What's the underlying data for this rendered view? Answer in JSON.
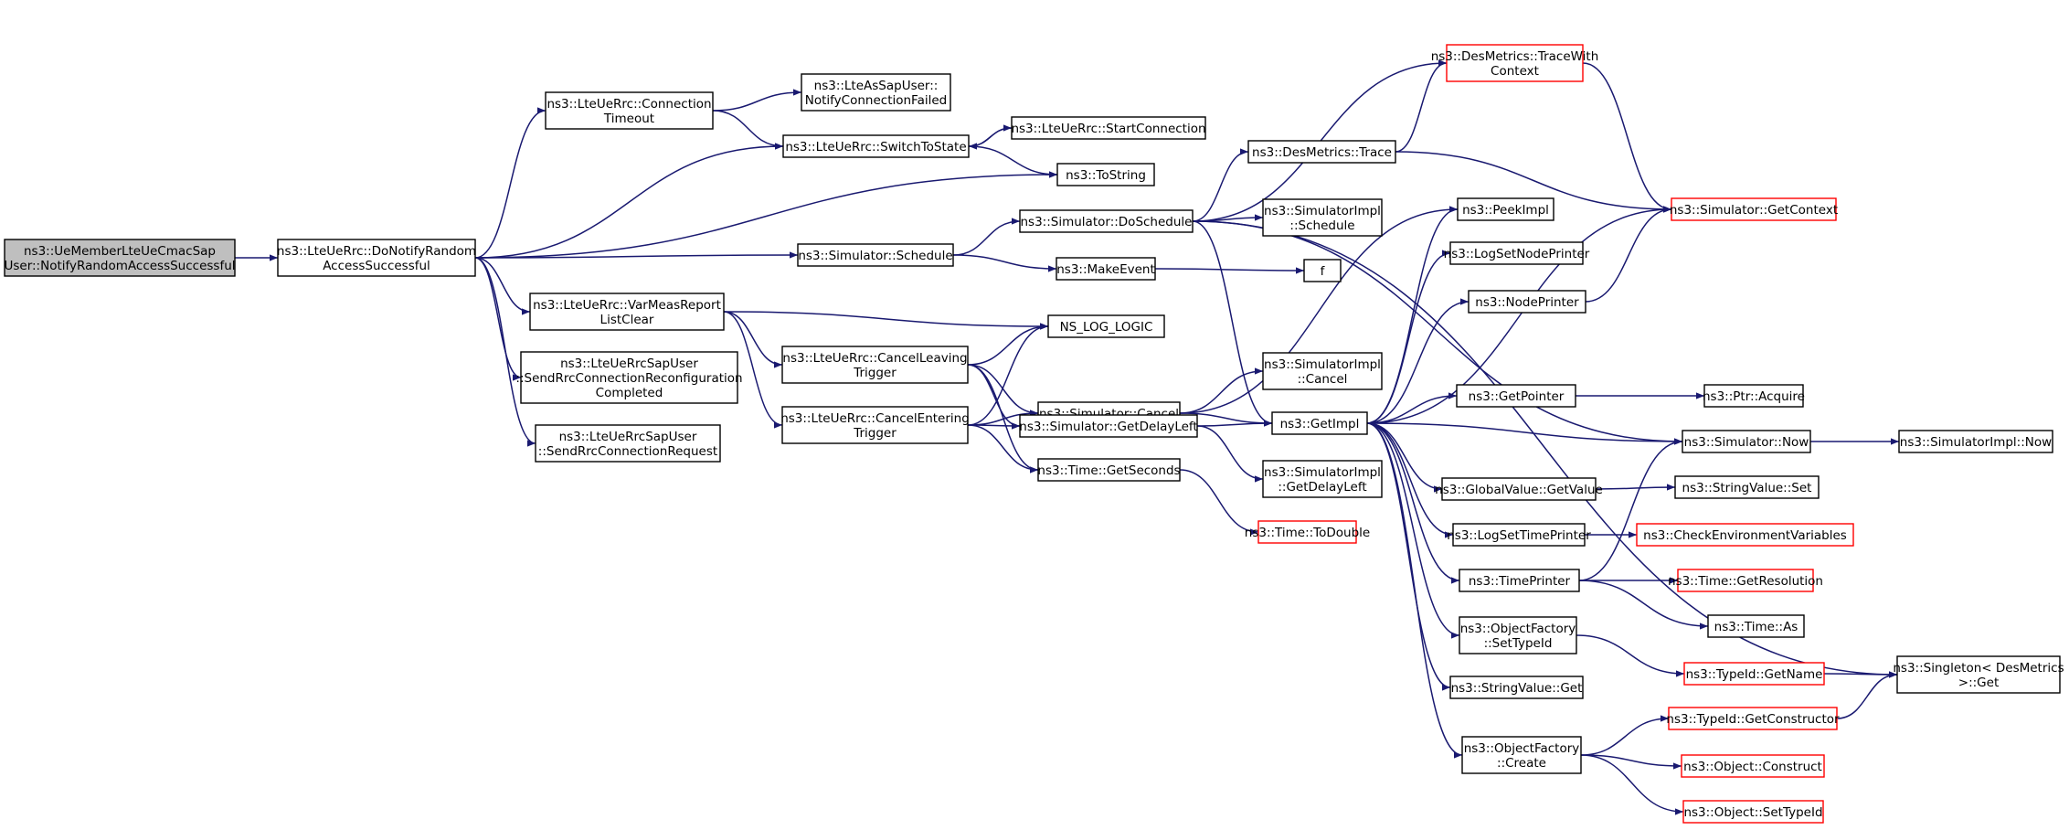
{
  "colors": {
    "edge": "#191970",
    "root_fill": "#bfbfbf",
    "node_fill": "#ffffff",
    "node_border": "#000000",
    "truncated_border": "#ff0000"
  },
  "nodes": {
    "root": {
      "lines": [
        "ns3::UeMemberLteUeCmacSap",
        "User::NotifyRandomAccessSuccessful"
      ],
      "style": "root"
    },
    "doNotify": {
      "lines": [
        "ns3::LteUeRrc::DoNotifyRandom",
        "AccessSuccessful"
      ],
      "style": "normal"
    },
    "connTimeout": {
      "lines": [
        "ns3::LteUeRrc::Connection",
        "Timeout"
      ],
      "style": "normal"
    },
    "varMeas": {
      "lines": [
        "ns3::LteUeRrc::VarMeasReport",
        "ListClear"
      ],
      "style": "normal"
    },
    "sendRecfg": {
      "lines": [
        "ns3::LteUeRrcSapUser",
        "::SendRrcConnectionReconfiguration",
        "Completed"
      ],
      "style": "normal"
    },
    "sendReq": {
      "lines": [
        "ns3::LteUeRrcSapUser",
        "::SendRrcConnectionRequest"
      ],
      "style": "normal"
    },
    "notifyFailed": {
      "lines": [
        "ns3::LteAsSapUser::",
        "NotifyConnectionFailed"
      ],
      "style": "normal"
    },
    "switchState": {
      "lines": [
        "ns3::LteUeRrc::SwitchToState"
      ],
      "style": "normal"
    },
    "startConn": {
      "lines": [
        "ns3::LteUeRrc::StartConnection"
      ],
      "style": "normal"
    },
    "toString": {
      "lines": [
        "ns3::ToString"
      ],
      "style": "normal"
    },
    "schedule": {
      "lines": [
        "ns3::Simulator::Schedule"
      ],
      "style": "normal"
    },
    "doSchedule": {
      "lines": [
        "ns3::Simulator::DoSchedule"
      ],
      "style": "normal"
    },
    "makeEvent": {
      "lines": [
        "ns3::MakeEvent"
      ],
      "style": "normal"
    },
    "f": {
      "lines": [
        "f"
      ],
      "style": "normal"
    },
    "nsLog": {
      "lines": [
        "NS_LOG_LOGIC"
      ],
      "style": "normal"
    },
    "cancelLeaving": {
      "lines": [
        "ns3::LteUeRrc::CancelLeaving",
        "Trigger"
      ],
      "style": "normal"
    },
    "cancelEntering": {
      "lines": [
        "ns3::LteUeRrc::CancelEntering",
        "Trigger"
      ],
      "style": "normal"
    },
    "simCancel": {
      "lines": [
        "ns3::Simulator::Cancel"
      ],
      "style": "normal"
    },
    "getDelayLeft": {
      "lines": [
        "ns3::Simulator::GetDelayLeft"
      ],
      "style": "normal"
    },
    "getSeconds": {
      "lines": [
        "ns3::Time::GetSeconds"
      ],
      "style": "normal"
    },
    "toDouble": {
      "lines": [
        "ns3::Time::ToDouble"
      ],
      "style": "truncated"
    },
    "desTrace": {
      "lines": [
        "ns3::DesMetrics::Trace"
      ],
      "style": "normal"
    },
    "traceWithCtx": {
      "lines": [
        "ns3::DesMetrics::TraceWith",
        "Context"
      ],
      "style": "truncated"
    },
    "implSchedule": {
      "lines": [
        "ns3::SimulatorImpl",
        "::Schedule"
      ],
      "style": "normal"
    },
    "implCancel": {
      "lines": [
        "ns3::SimulatorImpl",
        "::Cancel"
      ],
      "style": "normal"
    },
    "implDelay": {
      "lines": [
        "ns3::SimulatorImpl",
        "::GetDelayLeft"
      ],
      "style": "normal"
    },
    "getImpl": {
      "lines": [
        "ns3::GetImpl"
      ],
      "style": "normal"
    },
    "peekImpl": {
      "lines": [
        "ns3::PeekImpl"
      ],
      "style": "normal"
    },
    "logSetNode": {
      "lines": [
        "ns3::LogSetNodePrinter"
      ],
      "style": "normal"
    },
    "nodePrinter": {
      "lines": [
        "ns3::NodePrinter"
      ],
      "style": "normal"
    },
    "getPointer": {
      "lines": [
        "ns3::GetPointer"
      ],
      "style": "normal"
    },
    "gvGetValue": {
      "lines": [
        "ns3::GlobalValue::GetValue"
      ],
      "style": "normal"
    },
    "logSetTime": {
      "lines": [
        "ns3::LogSetTimePrinter"
      ],
      "style": "normal"
    },
    "timePrinter": {
      "lines": [
        "ns3::TimePrinter"
      ],
      "style": "normal"
    },
    "ofSetTypeId": {
      "lines": [
        "ns3::ObjectFactory",
        "::SetTypeId"
      ],
      "style": "normal"
    },
    "svGet": {
      "lines": [
        "ns3::StringValue::Get"
      ],
      "style": "normal"
    },
    "ofCreate": {
      "lines": [
        "ns3::ObjectFactory",
        "::Create"
      ],
      "style": "normal"
    },
    "getContext": {
      "lines": [
        "ns3::Simulator::GetContext"
      ],
      "style": "truncated"
    },
    "ptrAcquire": {
      "lines": [
        "ns3::Ptr::Acquire"
      ],
      "style": "normal"
    },
    "simNow": {
      "lines": [
        "ns3::Simulator::Now"
      ],
      "style": "normal"
    },
    "svSet": {
      "lines": [
        "ns3::StringValue::Set"
      ],
      "style": "normal"
    },
    "checkEnv": {
      "lines": [
        "ns3::CheckEnvironmentVariables"
      ],
      "style": "truncated"
    },
    "getResolution": {
      "lines": [
        "ns3::Time::GetResolution"
      ],
      "style": "truncated"
    },
    "timeAs": {
      "lines": [
        "ns3::Time::As"
      ],
      "style": "normal"
    },
    "typeIdGetName": {
      "lines": [
        "ns3::TypeId::GetName"
      ],
      "style": "truncated"
    },
    "getConstructor": {
      "lines": [
        "ns3::TypeId::GetConstructor"
      ],
      "style": "truncated"
    },
    "objConstruct": {
      "lines": [
        "ns3::Object::Construct"
      ],
      "style": "truncated"
    },
    "objSetTypeId": {
      "lines": [
        "ns3::Object::SetTypeId"
      ],
      "style": "truncated"
    },
    "implNow": {
      "lines": [
        "ns3::SimulatorImpl::Now"
      ],
      "style": "normal"
    },
    "singletonGet": {
      "lines": [
        "ns3::Singleton< DesMetrics",
        ">::Get"
      ],
      "style": "normal"
    }
  },
  "edges": [
    [
      "root",
      "doNotify"
    ],
    [
      "doNotify",
      "connTimeout"
    ],
    [
      "doNotify",
      "switchState"
    ],
    [
      "doNotify",
      "toString"
    ],
    [
      "doNotify",
      "schedule"
    ],
    [
      "doNotify",
      "varMeas"
    ],
    [
      "doNotify",
      "sendRecfg"
    ],
    [
      "doNotify",
      "sendReq"
    ],
    [
      "connTimeout",
      "notifyFailed"
    ],
    [
      "connTimeout",
      "switchState"
    ],
    [
      "switchState",
      "startConn"
    ],
    [
      "startConn",
      "switchState"
    ],
    [
      "switchState",
      "toString"
    ],
    [
      "schedule",
      "doSchedule"
    ],
    [
      "schedule",
      "makeEvent"
    ],
    [
      "makeEvent",
      "f"
    ],
    [
      "varMeas",
      "nsLog"
    ],
    [
      "varMeas",
      "cancelLeaving"
    ],
    [
      "varMeas",
      "cancelEntering"
    ],
    [
      "cancelLeaving",
      "nsLog"
    ],
    [
      "cancelLeaving",
      "simCancel"
    ],
    [
      "cancelLeaving",
      "getDelayLeft"
    ],
    [
      "cancelLeaving",
      "getSeconds"
    ],
    [
      "cancelEntering",
      "nsLog"
    ],
    [
      "cancelEntering",
      "simCancel"
    ],
    [
      "cancelEntering",
      "getDelayLeft"
    ],
    [
      "cancelEntering",
      "getSeconds"
    ],
    [
      "doSchedule",
      "desTrace"
    ],
    [
      "doSchedule",
      "traceWithCtx"
    ],
    [
      "doSchedule",
      "implSchedule"
    ],
    [
      "doSchedule",
      "getImpl"
    ],
    [
      "doSchedule",
      "simNow"
    ],
    [
      "doSchedule",
      "singletonGet"
    ],
    [
      "desTrace",
      "traceWithCtx"
    ],
    [
      "desTrace",
      "getContext"
    ],
    [
      "traceWithCtx",
      "getContext"
    ],
    [
      "simCancel",
      "peekImpl"
    ],
    [
      "simCancel",
      "implCancel"
    ],
    [
      "simCancel",
      "getImpl"
    ],
    [
      "getDelayLeft",
      "getImpl"
    ],
    [
      "getDelayLeft",
      "implDelay"
    ],
    [
      "getSeconds",
      "toDouble"
    ],
    [
      "getImpl",
      "peekImpl"
    ],
    [
      "getImpl",
      "logSetNode"
    ],
    [
      "getImpl",
      "nodePrinter"
    ],
    [
      "getImpl",
      "getPointer"
    ],
    [
      "getImpl",
      "gvGetValue"
    ],
    [
      "getImpl",
      "logSetTime"
    ],
    [
      "getImpl",
      "timePrinter"
    ],
    [
      "getImpl",
      "ofSetTypeId"
    ],
    [
      "getImpl",
      "svGet"
    ],
    [
      "getImpl",
      "ofCreate"
    ],
    [
      "getImpl",
      "getContext"
    ],
    [
      "nodePrinter",
      "getContext"
    ],
    [
      "getPointer",
      "ptrAcquire"
    ],
    [
      "gvGetValue",
      "svSet"
    ],
    [
      "logSetTime",
      "checkEnv"
    ],
    [
      "timePrinter",
      "simNow"
    ],
    [
      "timePrinter",
      "getResolution"
    ],
    [
      "timePrinter",
      "timeAs"
    ],
    [
      "ofSetTypeId",
      "typeIdGetName"
    ],
    [
      "ofCreate",
      "getConstructor"
    ],
    [
      "ofCreate",
      "objConstruct"
    ],
    [
      "ofCreate",
      "objSetTypeId"
    ],
    [
      "simNow",
      "getImpl"
    ],
    [
      "simNow",
      "implNow"
    ],
    [
      "typeIdGetName",
      "singletonGet"
    ],
    [
      "getConstructor",
      "singletonGet"
    ]
  ]
}
